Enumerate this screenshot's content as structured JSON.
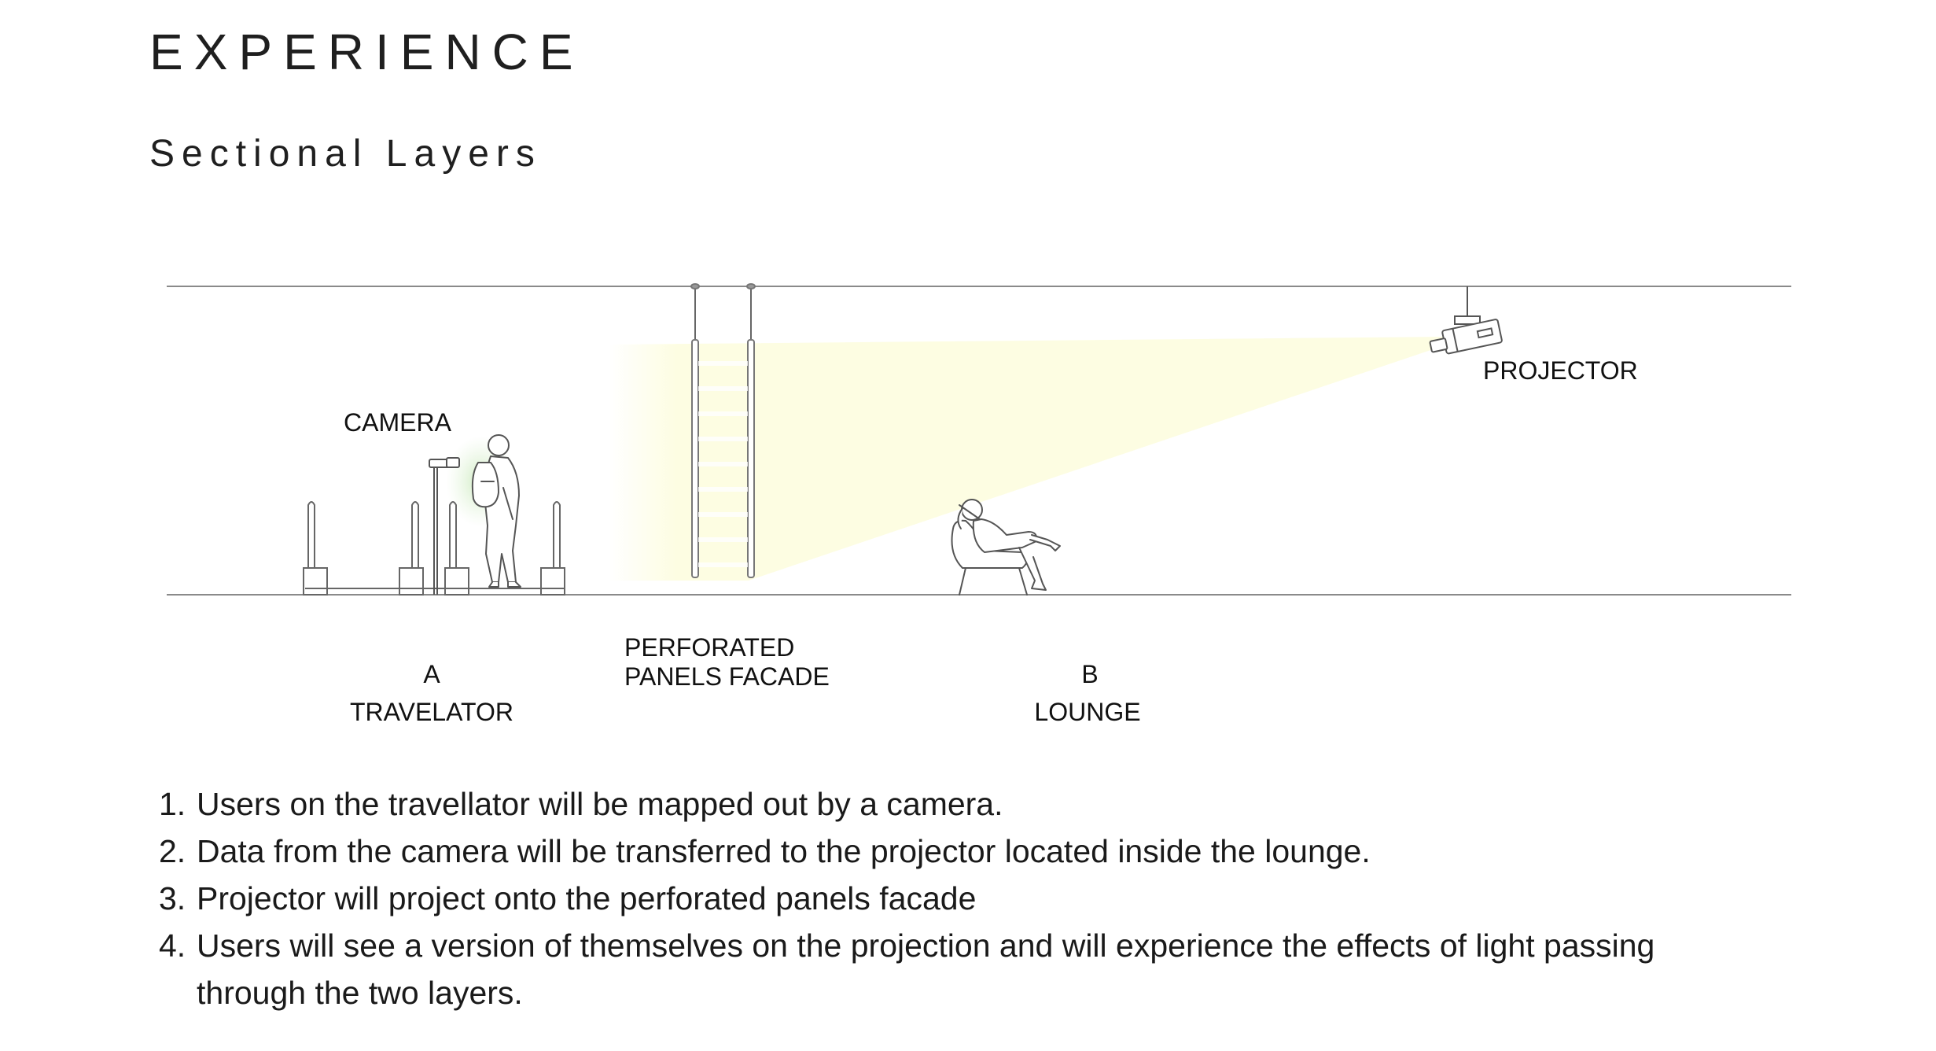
{
  "header": {
    "title": "EXPERIENCE",
    "subtitle": "Sectional Layers"
  },
  "diagram": {
    "labels": {
      "camera": "CAMERA",
      "projector": "PROJECTOR",
      "travelator_letter": "A",
      "travelator_name": "TRAVELATOR",
      "facade_line1": "PERFORATED",
      "facade_line2": "PANELS FACADE",
      "lounge_letter": "B",
      "lounge_name": "LOUNGE"
    },
    "colors": {
      "line": "#8a8a8a",
      "drawing": "#555555",
      "projection": "#fdfde2",
      "camera_view": "#d9f0cf"
    }
  },
  "steps": [
    {
      "num": "1.",
      "text": "Users on the travellator will be mapped out by a camera."
    },
    {
      "num": "2.",
      "text": "Data from the camera will be transferred to the projector located inside the lounge."
    },
    {
      "num": "3.",
      "text": "Projector will project onto the perforated panels facade"
    },
    {
      "num": "4.",
      "text": "Users will see a version of themselves on the projection and will experience the effects of light passing through the two layers."
    }
  ]
}
